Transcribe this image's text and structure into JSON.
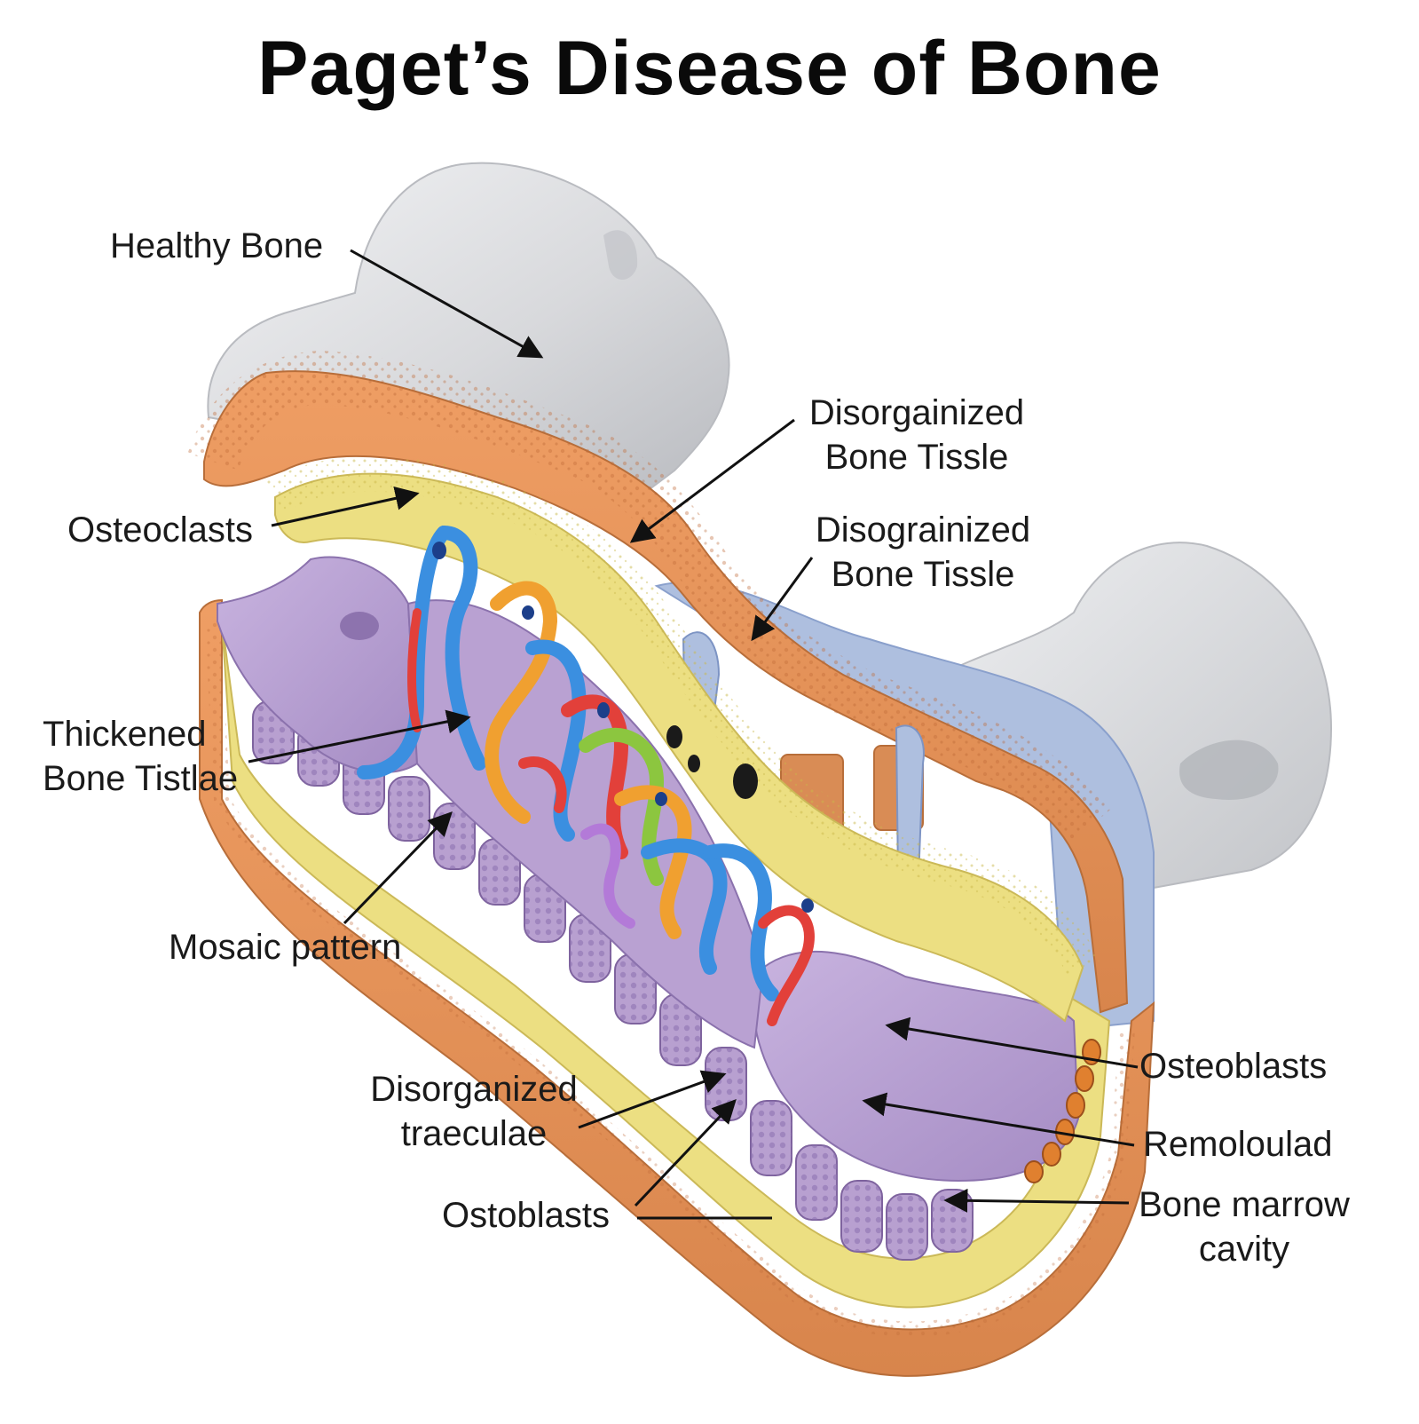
{
  "title": "Paget’s Disease of Bone",
  "labels": {
    "healthy_bone": "Healthy Bone",
    "disorganized_1_l1": "Disorgainized",
    "disorganized_1_l2": "Bone Tissle",
    "disorganized_2_l1": "Disograinized",
    "disorganized_2_l2": "Bone Tissle",
    "osteoclasts": "Osteoclasts",
    "thickened_l1": "Thickened",
    "thickened_l2": "Bone Tistlae",
    "mosaic": "Mosaic pattern",
    "trabeculae_l1": "Disorganized",
    "trabeculae_l2": "traeculae",
    "ostoblasts": "Ostoblasts",
    "osteoblasts": "Osteoblasts",
    "remodeled": "Remoloulad",
    "marrow_l1": "Bone marrow",
    "marrow_l2": "cavity"
  },
  "colors": {
    "bone": "#dcdde0",
    "orange": "#e69a63",
    "yellow": "#ecdf82",
    "purple": "#b8a0d0",
    "blue": "#aebfdf",
    "mosaic_blue": "#3b8fe0",
    "mosaic_red": "#e2403a",
    "mosaic_green": "#8cc63f",
    "mosaic_orange": "#f0a030"
  }
}
